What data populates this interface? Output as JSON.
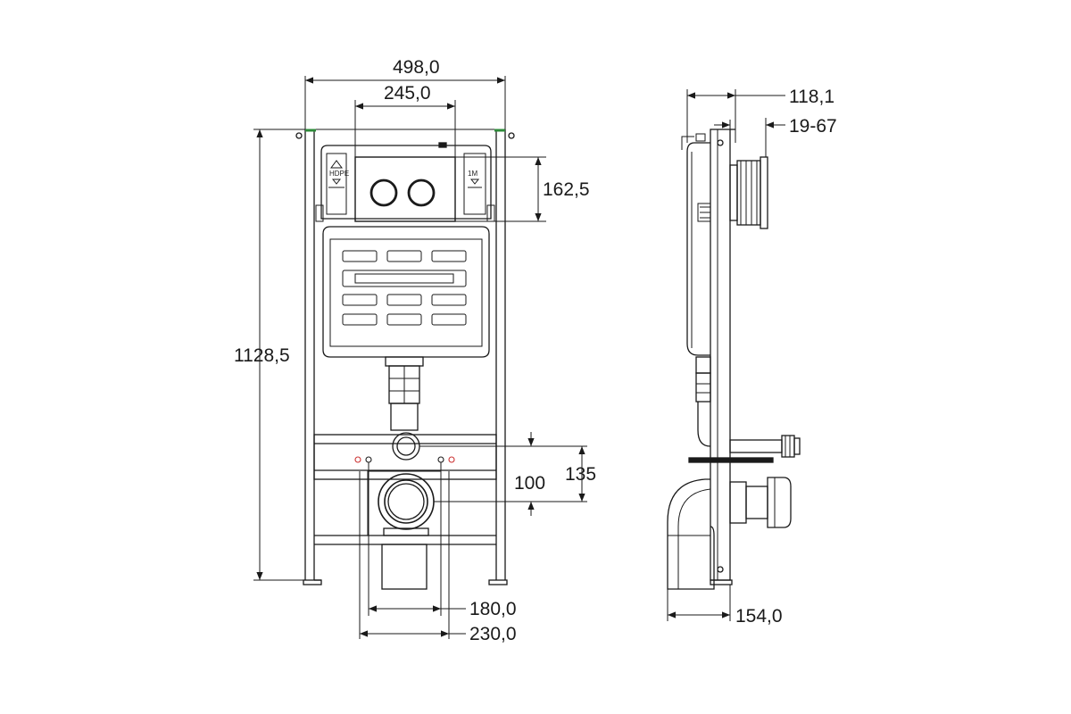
{
  "front_view": {
    "dimensions": {
      "total_width": "498,0",
      "button_plate_width": "245,0",
      "total_height": "1128,5",
      "button_plate_height": "162,5",
      "drain_to_outlet": "100",
      "feed_to_outlet": "135",
      "anchor_spacing": "180,0",
      "outlet_frame_width": "230,0"
    },
    "markings": {
      "material_left": "HDPE",
      "material_right": "1M"
    }
  },
  "side_view": {
    "dimensions": {
      "plate_depth": "118,1",
      "wall_range": "19-67",
      "total_depth": "154,0"
    }
  },
  "colors": {
    "line": "#1a1a1a",
    "frame_corner": "#2e8b3a"
  }
}
